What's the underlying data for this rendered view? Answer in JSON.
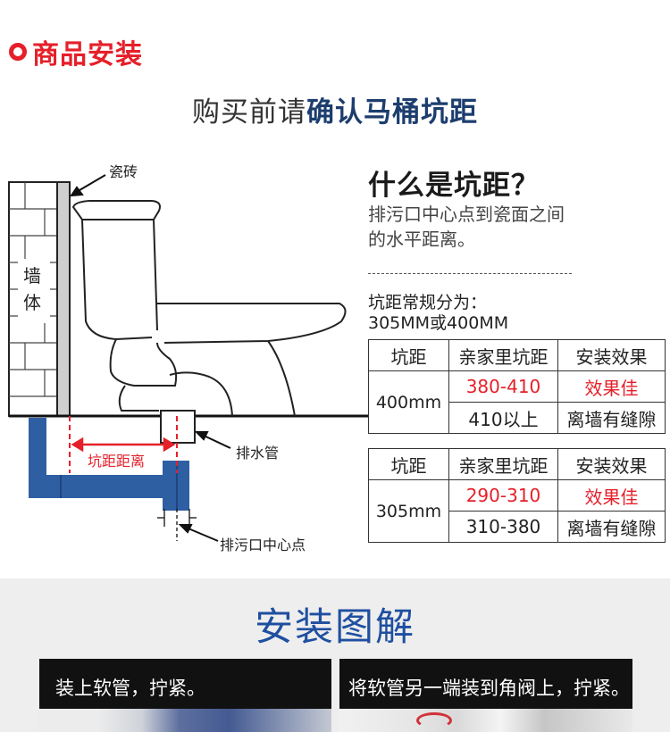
{
  "header": {
    "section_title": "商品安装",
    "subtitle_part1": "购买前请",
    "subtitle_part2": "确认马桶坑距"
  },
  "diagram": {
    "tile_label": "瓷砖",
    "wall_label_1": "墙",
    "wall_label_2": "体",
    "pipe_label": "排水管",
    "distance_label": "坑距距离",
    "center_label": "排污口中心点"
  },
  "explain": {
    "question": "什么是坑距？",
    "desc_line1": "排污口中心点到瓷面之间",
    "desc_line2": "的水平距离。",
    "standard_line1": "坑距常规分为：",
    "standard_line2": "305MM或400MM"
  },
  "table_400": {
    "headers": [
      "坑距",
      "亲家里坑距",
      "安装效果"
    ],
    "size": "400mm",
    "rows": [
      {
        "range": "380-410",
        "effect": "效果佳"
      },
      {
        "range": "410以上",
        "effect": "离墙有缝隙"
      }
    ]
  },
  "table_305": {
    "headers": [
      "坑距",
      "亲家里坑距",
      "安装效果"
    ],
    "size": "305mm",
    "rows": [
      {
        "range": "290-310",
        "effect": "效果佳"
      },
      {
        "range": "310-380",
        "effect": "离墙有缝隙"
      }
    ]
  },
  "install": {
    "title": "安装图解",
    "step1": "装上软管，拧紧。",
    "step2": "将软管另一端装到角阀上，拧紧。"
  },
  "colors": {
    "accent_red": "#e5202a",
    "title_blue": "#1f4fa0",
    "navy": "#1c3d6e",
    "pipe_blue": "#2f5fa3"
  }
}
